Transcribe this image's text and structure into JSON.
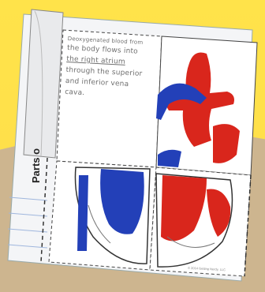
{
  "note": {
    "line1": "Deoxygenated blood from",
    "line2": "the body flows into",
    "line3": "the right atrium",
    "line4": "through the superior",
    "line5": "and inferior vena",
    "line6": "cava."
  },
  "side_label": "Parts o",
  "copyright": "© 2014 Getting Nerdy, LLC",
  "colors": {
    "background": "#ffe34a",
    "paper": "#f4f5f7",
    "heart_red": "#d9261c",
    "heart_blue": "#2340b8"
  }
}
